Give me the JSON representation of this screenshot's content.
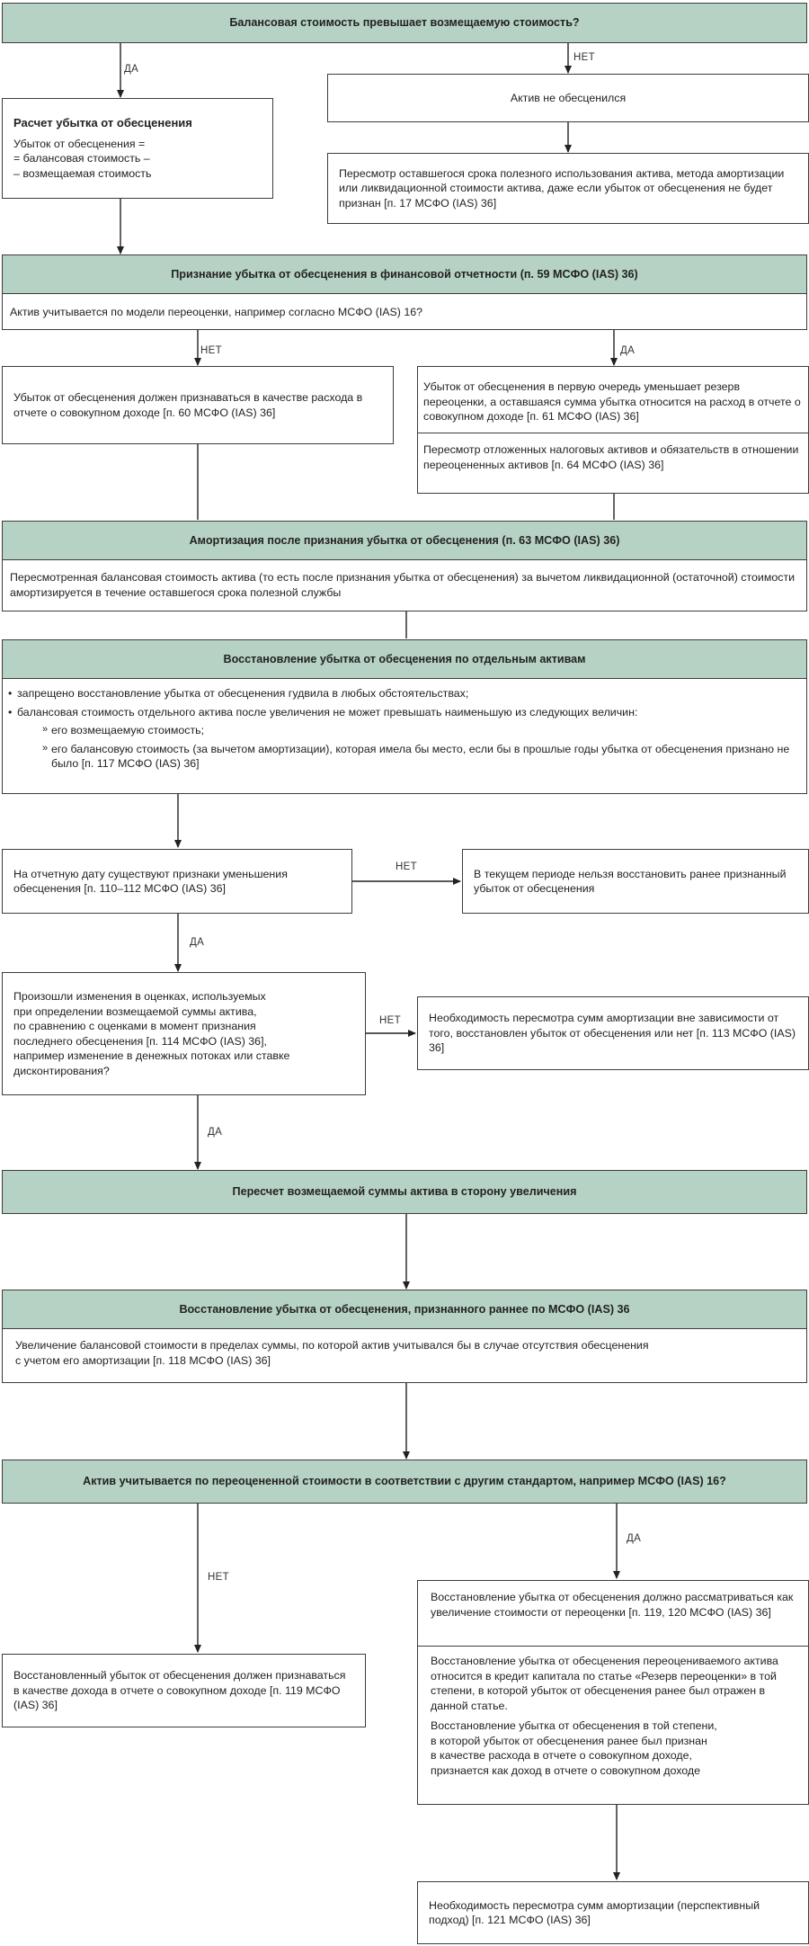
{
  "labels": {
    "yes": "ДА",
    "no": "НЕТ"
  },
  "q1": {
    "text": "Балансовая стоимость превышает возмещаемую стоимость?"
  },
  "calc": {
    "title": "Расчет убытка от обесценения",
    "body": "Убыток от обесценения =\n= балансовая стоимость –\n– возмещаемая стоимость"
  },
  "not_impaired": {
    "text": "Актив не обесценился"
  },
  "review_life": {
    "text": "Пересмотр оставшегося срока полезного использования актива, метода амортизации или ликвидационной стоимости актива, даже если убыток от обесценения не будет признан [п. 17 МСФО (IAS) 36]"
  },
  "recognition": {
    "title": "Признание убытка от обесценения в финансовой отчетности (п. 59 МСФО (IAS) 36)",
    "question": "Актив учитывается по модели переоценки, например согласно МСФО (IAS) 16?"
  },
  "loss_expense": {
    "text": "Убыток от обесценения должен признаваться в качестве расхода в отчете о совокупном доходе [п. 60 МСФО (IAS) 36]"
  },
  "loss_reval": {
    "part1": "Убыток от обесценения в первую очередь уменьшает резерв переоценки, а оставшаяся сумма убытка относится на расход в отчете о совокупном доходе [п. 61 МСФО (IAS) 36]",
    "part2": "Пересмотр отложенных налоговых активов и обязательств в отношении переоцененных активов [п. 64 МСФО (IAS) 36]"
  },
  "amort_after": {
    "title": "Амортизация после признания убытка от обесценения (п. 63 МСФО (IAS) 36)",
    "body": "Пересмотренная балансовая стоимость актива (то есть после признания убытка от обесценения) за вычетом ликвидационной (остаточной) стоимости амортизируется в течение оставшегося срока полезной службы"
  },
  "reversal_individual": {
    "title": "Восстановление убытка от обесценения по отдельным активам",
    "bullet1": "запрещено восстановление убытка от обесценения гудвила в любых обстоятельствах;",
    "bullet2": "балансовая стоимость отдельного актива после увеличения не может превышать наименьшую из следующих величин:",
    "sub1": "его возмещаемую стоимость;",
    "sub2": "его балансовую стоимость (за вычетом амортизации), которая имела бы место, если бы в прошлые годы убытка от обесценения признано не было [п. 117 МСФО (IAS) 36]"
  },
  "indicators": {
    "text": "На отчетную дату существуют признаки уменьшения обесценения [п. 110–112 МСФО (IAS) 36]"
  },
  "no_reverse": {
    "text": "В текущем периоде нельзя восстановить ранее признанный  убыток от обесценения"
  },
  "estimates": {
    "text": "Произошли изменения в оценках, используемых\nпри определении возмещаемой суммы актива,\nпо сравнению с оценками в момент признания\nпоследнего обесценения [п. 114 МСФО (IAS) 36],\nнапример изменение в денежных потоках или ставке\nдисконтирования?"
  },
  "review_amort1": {
    "text": "Необходимость пересмотра сумм амортизации вне зависимости от того, восстановлен убыток от обесценения или нет [п. 113 МСФО (IAS) 36]"
  },
  "recalc": {
    "text": "Пересчет возмещаемой суммы актива в сторону увеличения"
  },
  "reversal_recognized": {
    "title": "Восстановление убытка от обесценения, признанного раннее по МСФО (IAS) 36",
    "body": "Увеличение балансовой стоимости в пределах суммы, по которой актив учитывался бы в случае отсутствия обесценения\nс учетом его амортизации [п. 118 МСФО (IAS) 36]"
  },
  "q_revalued": {
    "text": "Актив учитывается по переоцененной стоимости в соответствии с другим стандартом, например МСФО (IAS) 16?"
  },
  "income": {
    "text": "Восстановленный убыток от обесценения должен признаваться в качестве дохода в отчете о совокупном доходе [п. 119 МСФО (IAS) 36]"
  },
  "reval_reversal": {
    "part1": "Восстановление убытка от обесценения должно рассматриваться как увеличение стоимости от переоценки [п. 119, 120 МСФО (IAS) 36]",
    "part2": "Восстановление убытка от обесценения переоцениваемого актива относится в кредит капитала по статье «Резерв переоценки» в той степени, в которой убыток от обесценения ранее был отражен в данной статье.",
    "part3": "Восстановление убытка от обесценения в той степени,\nв которой убыток от обесценения ранее был признан\nв качестве расхода в отчете о совокупном доходе,\nпризнается как доход в отчете о совокупном доходе"
  },
  "review_amort2": {
    "text": "Необходимость пересмотра сумм амортизации (перспективный подход) [п. 121 МСФО (IAS) 36]"
  }
}
